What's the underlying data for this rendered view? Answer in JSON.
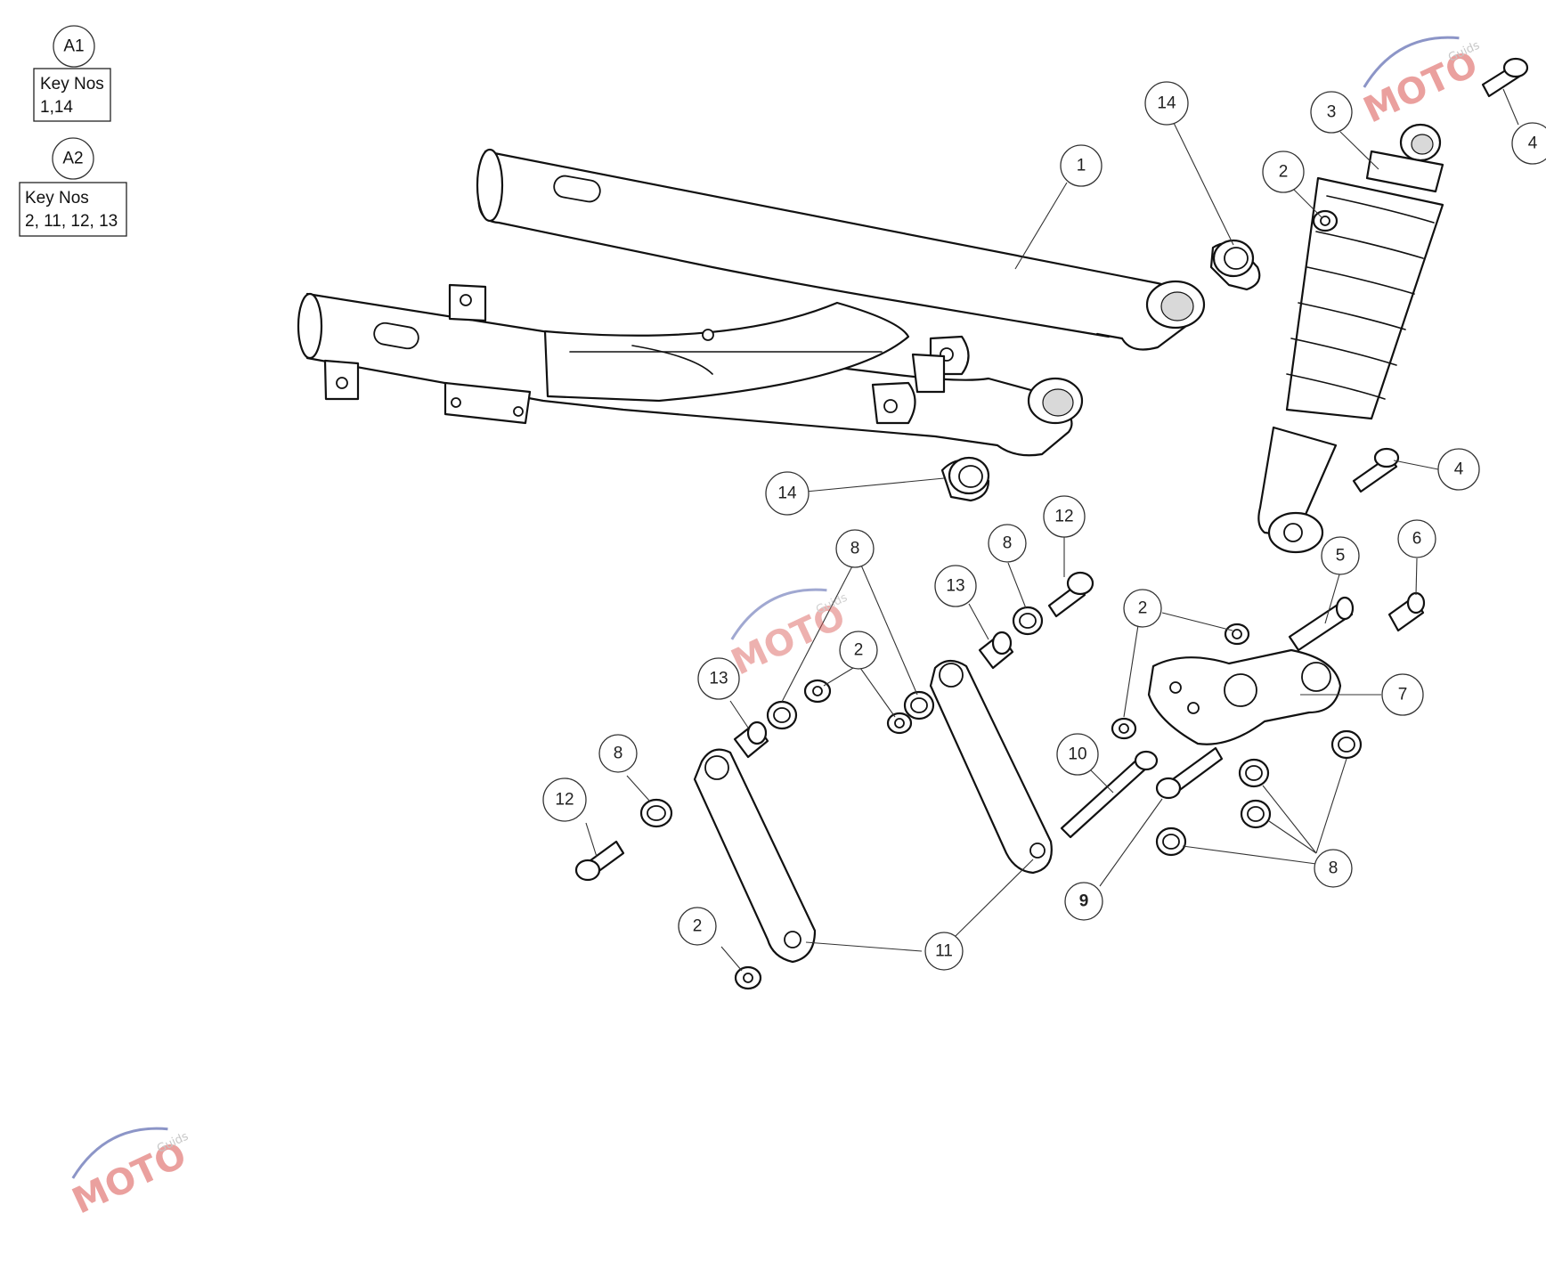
{
  "legend": [
    {
      "tag": "A1",
      "heading": "Key Nos",
      "keys": "1,14"
    },
    {
      "tag": "A2",
      "heading": "Key Nos",
      "keys": "2, 11, 12, 13"
    }
  ],
  "callouts": [
    {
      "id": "c1",
      "label": "1"
    },
    {
      "id": "c14a",
      "label": "14"
    },
    {
      "id": "c14b",
      "label": "14"
    },
    {
      "id": "c3",
      "label": "3"
    },
    {
      "id": "c2a",
      "label": "2"
    },
    {
      "id": "c4a",
      "label": "4"
    },
    {
      "id": "c4b",
      "label": "4"
    },
    {
      "id": "c8a",
      "label": "8"
    },
    {
      "id": "c8b",
      "label": "8"
    },
    {
      "id": "c12a",
      "label": "12"
    },
    {
      "id": "c13a",
      "label": "13"
    },
    {
      "id": "c13b",
      "label": "13"
    },
    {
      "id": "c2b",
      "label": "2"
    },
    {
      "id": "c2c",
      "label": "2"
    },
    {
      "id": "c5",
      "label": "5"
    },
    {
      "id": "c6",
      "label": "6"
    },
    {
      "id": "c7",
      "label": "7"
    },
    {
      "id": "c10",
      "label": "10"
    },
    {
      "id": "c8c",
      "label": "8"
    },
    {
      "id": "c12b",
      "label": "12"
    },
    {
      "id": "c9",
      "label": "9"
    },
    {
      "id": "c8d",
      "label": "8"
    },
    {
      "id": "c2d",
      "label": "2"
    },
    {
      "id": "c11",
      "label": "11"
    }
  ],
  "watermark": {
    "brand": "MOTO",
    "sub": "Guids"
  },
  "colors": {
    "line": "#111111",
    "callout_stroke": "#333333",
    "watermark_red": "#d9534f",
    "watermark_blue": "#2f3f9a"
  }
}
